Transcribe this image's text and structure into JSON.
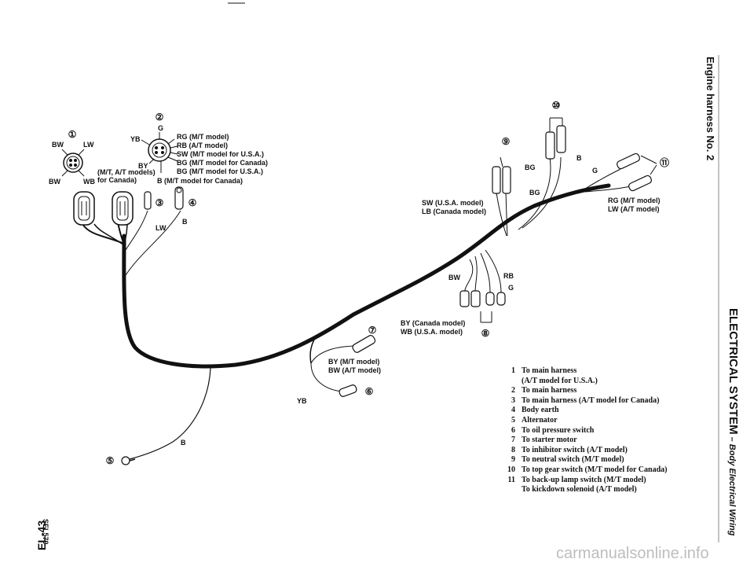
{
  "header": {
    "main_title": "ELECTRICAL SYSTEM",
    "sub_title": " – Body Electrical Wiring",
    "section_title": "Engine harness No. 2",
    "page_code": "EL-43",
    "figure_code": "SEL579"
  },
  "callouts": {
    "c1": "①",
    "c2": "②",
    "c3": "③",
    "c4": "④",
    "c5": "⑤",
    "c6": "⑥",
    "c7": "⑦",
    "c8": "⑧",
    "c9": "⑨",
    "c10": "⑩",
    "c11": "⑪"
  },
  "wire_labels": {
    "bw_left": "BW",
    "lw_top": "LW",
    "bw_bottom": "BW",
    "wb": "WB",
    "models_note_1": "(M/T, A/T models)",
    "models_note_2": "for Canada)",
    "g_top": "G",
    "yb": "YB",
    "by": "BY",
    "c2_rg": "RG (M/T model)",
    "c2_rb": "RB (A/T model)",
    "c2_sw": "SW (M/T model for U.S.A.)",
    "c2_bg1": "BG (M/T model for Canada)",
    "c2_bg2": "BG (M/T model for U.S.A.)",
    "c2_b": "B (M/T model for Canada)",
    "lw_mid": "LW",
    "b_mid": "B",
    "sw_usa": "SW (U.S.A. model)",
    "lb_canada": "LB (Canada model)",
    "bg_1": "BG",
    "bg_2": "BG",
    "b_10": "B",
    "g_11": "G",
    "rg_11": "RG (M/T model)",
    "lw_11": "LW (A/T model)",
    "bw_8": "BW",
    "rb_8": "RB",
    "g_8": "G",
    "by_canada": "BY (Canada model)",
    "wb_usa": "WB (U.S.A. model)",
    "by_mt": "BY (M/T model)",
    "bw_at": "BW (A/T model)",
    "yb_6": "YB",
    "b_5": "B"
  },
  "legend": [
    {
      "n": "1",
      "text": "To main harness\n(A/T model for U.S.A.)"
    },
    {
      "n": "2",
      "text": "To main harness"
    },
    {
      "n": "3",
      "text": "To main harness (A/T model for Canada)"
    },
    {
      "n": "4",
      "text": "Body earth"
    },
    {
      "n": "5",
      "text": "Alternator"
    },
    {
      "n": "6",
      "text": "To oil pressure switch"
    },
    {
      "n": "7",
      "text": "To starter motor"
    },
    {
      "n": "8",
      "text": "To inhibitor switch (A/T model)"
    },
    {
      "n": "9",
      "text": "To neutral switch (M/T model)"
    },
    {
      "n": "10",
      "text": "To top gear switch (M/T model for Canada)"
    },
    {
      "n": "11",
      "text": "To back-up lamp switch (M/T model)\nTo kickdown solenoid (A/T model)"
    }
  ],
  "watermark": "carmanualsonline.info"
}
